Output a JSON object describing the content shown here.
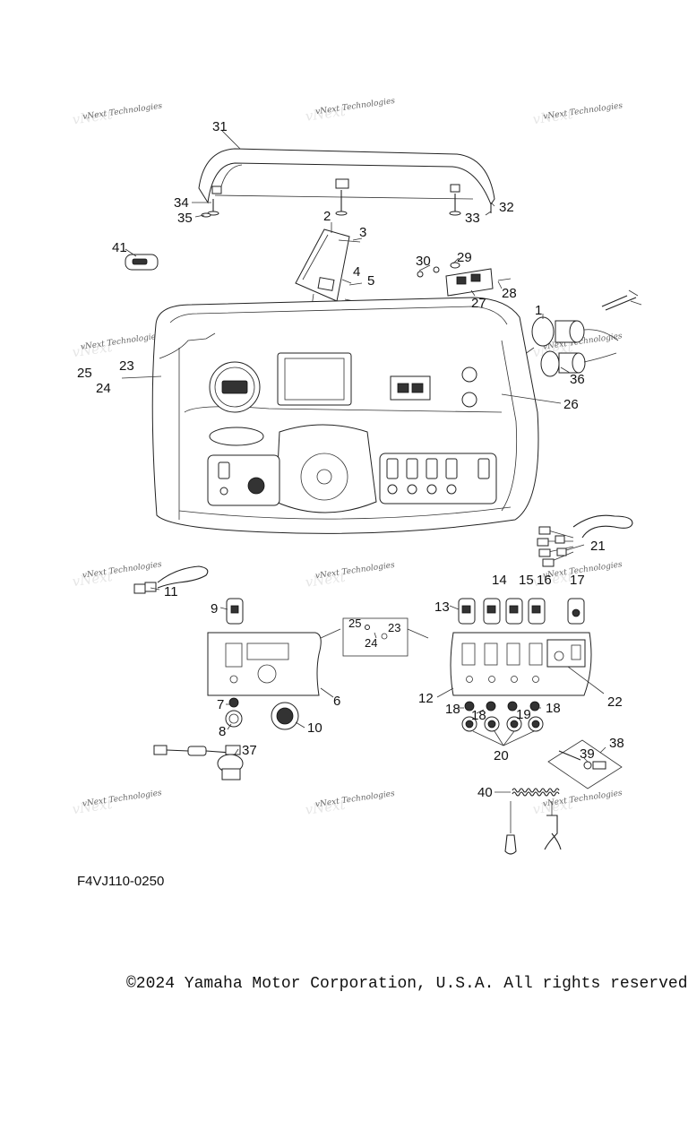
{
  "diagram": {
    "callouts": [
      "1",
      "2",
      "3",
      "4",
      "5",
      "6",
      "7",
      "8",
      "9",
      "10",
      "11",
      "12",
      "13",
      "14",
      "15",
      "16",
      "17",
      "18",
      "19",
      "20",
      "21",
      "22",
      "23",
      "24",
      "25",
      "26",
      "27",
      "28",
      "29",
      "30",
      "31",
      "32",
      "33",
      "34",
      "35",
      "36",
      "37",
      "38",
      "39",
      "40",
      "41"
    ],
    "inset_callouts": [
      "25",
      "24",
      "23"
    ],
    "watermark": "vNext Technologies",
    "figure_code": "F4VJ110-0250",
    "copyright": "©2024 Yamaha Motor Corporation, U.S.A. All rights reserved."
  }
}
